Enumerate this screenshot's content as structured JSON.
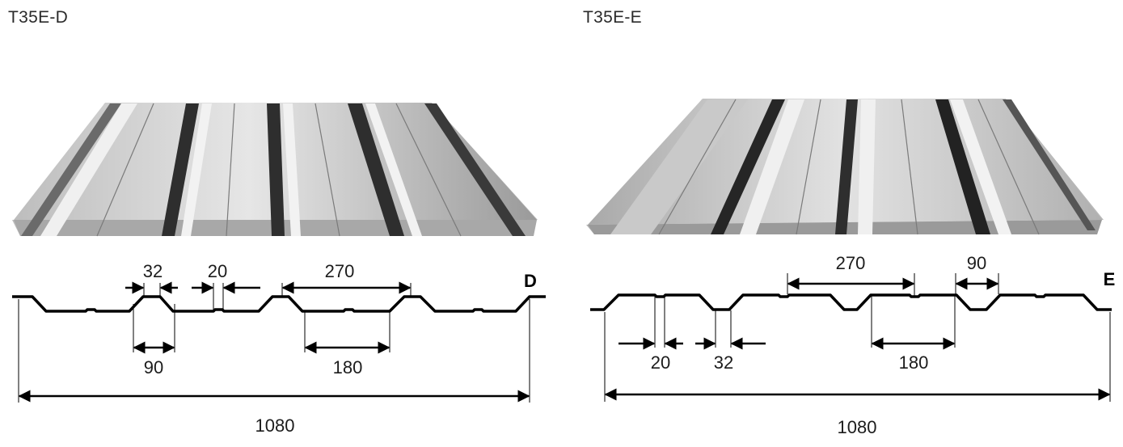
{
  "panels": {
    "d": {
      "title": "T35E-D",
      "letter": "D",
      "dims": {
        "top_left": "32",
        "top_mid": "20",
        "top_right": "270",
        "bottom_left": "90",
        "bottom_right": "180",
        "total": "1080"
      }
    },
    "e": {
      "title": "T35E-E",
      "letter": "E",
      "dims": {
        "top_left": "270",
        "top_right": "90",
        "bottom_left": "20",
        "bottom_mid": "32",
        "bottom_right": "180",
        "total": "1080"
      }
    }
  },
  "colors": {
    "line": "#000000",
    "sheet_light": "#d9d9d9",
    "sheet_dark": "#3a3a3a"
  }
}
